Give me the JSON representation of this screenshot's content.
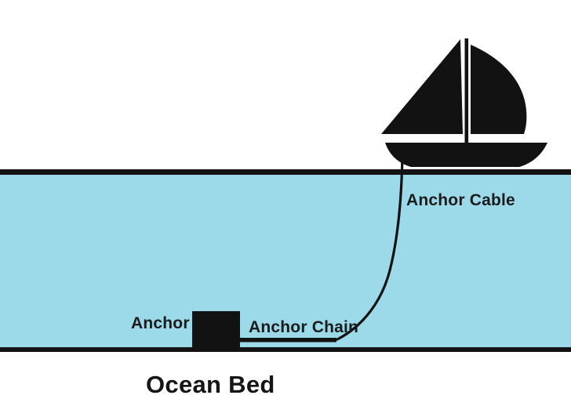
{
  "diagram": {
    "labels": {
      "anchor_cable": "Anchor Cable",
      "anchor": "Anchor",
      "anchor_chain": "Anchor Chain",
      "ocean_bed": "Ocean Bed"
    },
    "colors": {
      "sky": "#ffffff",
      "water": "#9cdaea",
      "ink": "#121212",
      "label_text": "#1b1b1b"
    },
    "icons": {
      "sailboat": "black-sailboat-silhouette"
    }
  }
}
